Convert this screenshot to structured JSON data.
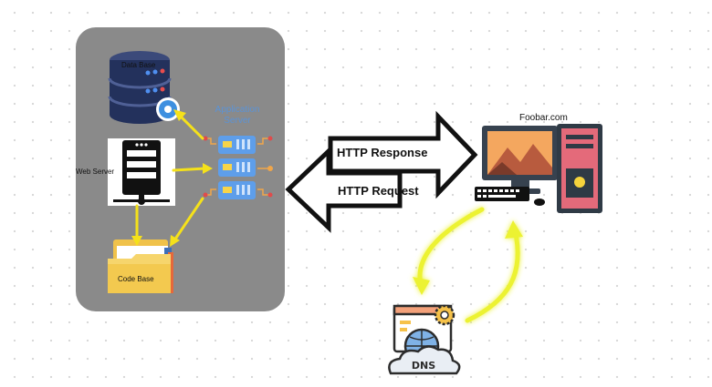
{
  "labels": {
    "database": "Data Base",
    "web_server": "Web Server",
    "code_base": "Code Base",
    "app_server_line1": "Application",
    "app_server_line2": "Server",
    "http_response": "HTTP Response",
    "http_request": "HTTP Request",
    "host": "Foobar.com",
    "dns": "DNS"
  },
  "colors": {
    "panel": "#8a8a8a",
    "flow_arrow": "#f5e11a",
    "dns_arrow": "#ecf230",
    "http_arrow": "#111111",
    "app_server_label": "#5b93d6"
  },
  "icons": {
    "database": "database-icon",
    "web_server": "server-tower-icon",
    "code_base": "folder-icon",
    "app_server": "server-rack-icon",
    "computer": "desktop-computer-icon",
    "dns": "dns-cloud-icon"
  }
}
